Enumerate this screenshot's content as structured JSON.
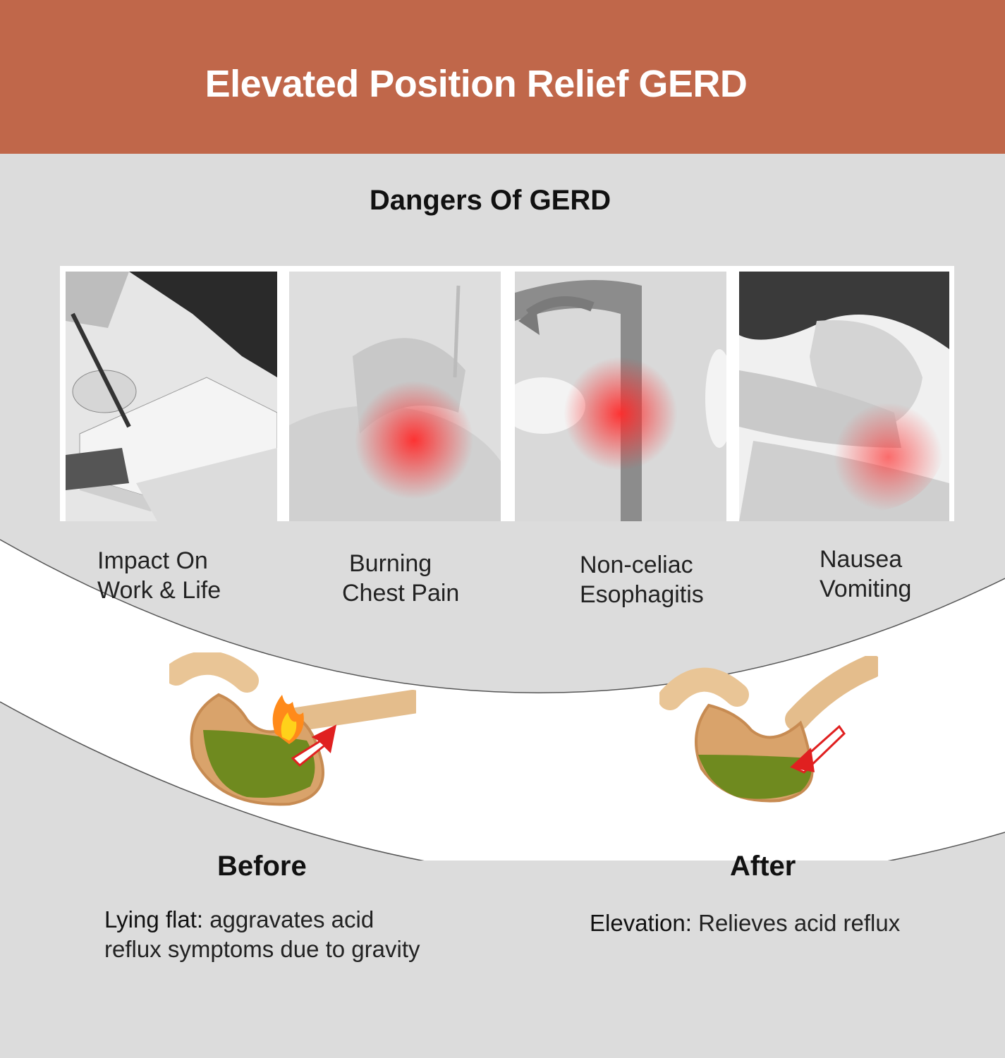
{
  "header": {
    "title": "Elevated Position Relief GERD",
    "bg_color": "#c0674a"
  },
  "dangers": {
    "title": "Dangers Of GERD",
    "items": [
      {
        "icon": "writing-hand-photo",
        "line1": "Impact On",
        "line2": "Work & Life"
      },
      {
        "icon": "chest-pain-photo",
        "line1": "Burning",
        "line2": "Chest Pain"
      },
      {
        "icon": "esophagus-diagram",
        "line1": "Non-celiac",
        "line2": "Esophagitis"
      },
      {
        "icon": "nausea-photo",
        "line1": "Nausea",
        "line2": "Vomiting"
      }
    ]
  },
  "before": {
    "title": "Before",
    "lead": "Lying flat:",
    "line1_rest": " aggravates acid",
    "line2": "reflux symptoms due to gravity",
    "icon": "stomach-reflux-icon"
  },
  "after": {
    "title": "After",
    "lead": "Elevation:",
    "text_rest": " Relieves acid reflux",
    "icon": "stomach-relief-icon"
  },
  "colors": {
    "accent": "#c0674a",
    "pain": "#ff3b3b",
    "acid": "#6f8a1f"
  }
}
